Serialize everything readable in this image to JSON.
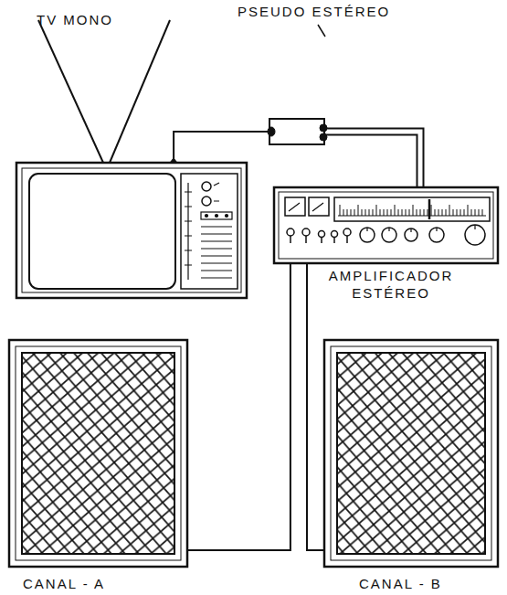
{
  "diagram": {
    "nodes": [
      {
        "text": [
          "TV MONO"
        ]
      },
      {
        "text": [
          "PSEUDO ESTÉREO"
        ]
      },
      {
        "text": [
          "AMPLIFICADOR ESTÉREO"
        ]
      },
      {
        "text": [
          "CANAL - A"
        ]
      },
      {
        "text": [
          "CANAL - B"
        ]
      }
    ],
    "edges": [
      {
        "from": 0,
        "to": 1,
        "arrow": "none"
      },
      {
        "from": 1,
        "to": 2,
        "arrow": "none"
      },
      {
        "from": 2,
        "to": 3,
        "arrow": "none"
      },
      {
        "from": 2,
        "to": 4,
        "arrow": "none"
      }
    ]
  }
}
